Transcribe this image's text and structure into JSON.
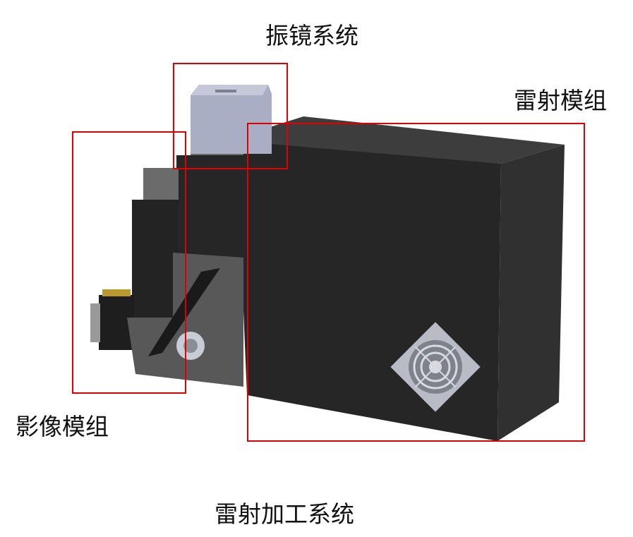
{
  "labels": {
    "galvo": "振镜系统",
    "laser_module": "雷射模组",
    "imaging_module": "影像模组",
    "title": "雷射加工系统"
  },
  "colors": {
    "highlight": "#e00000",
    "housing": "#2b2b2b",
    "galvo": "#a9aec4",
    "plate": "#5a5a5a"
  }
}
